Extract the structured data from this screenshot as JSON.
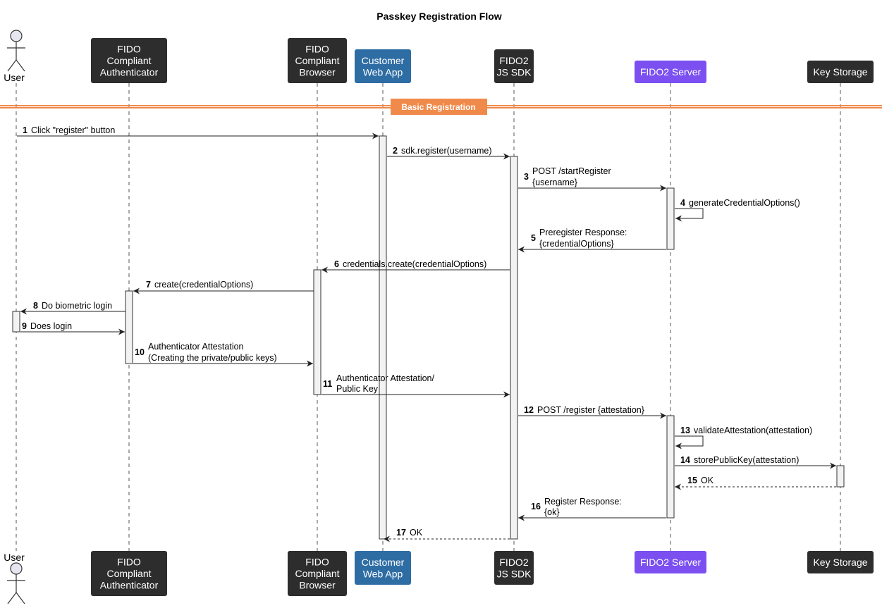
{
  "title": "Passkey Registration Flow",
  "colors": {
    "dark_box": "#2d2d2d",
    "web_app_box": "#2e6da4",
    "fido2_server_box": "#7b4ff0",
    "section": "#f08a4b",
    "line": "#222222"
  },
  "participants": [
    {
      "id": "user",
      "kind": "actor",
      "label_lines": [
        "User"
      ]
    },
    {
      "id": "authenticator",
      "kind": "box",
      "color": "dark",
      "label_lines": [
        "FIDO",
        "Compliant",
        "Authenticator"
      ]
    },
    {
      "id": "browser",
      "kind": "box",
      "color": "dark",
      "label_lines": [
        "FIDO",
        "Compliant",
        "Browser"
      ]
    },
    {
      "id": "webapp",
      "kind": "box",
      "color": "blue",
      "label_lines": [
        "Customer",
        "Web App"
      ]
    },
    {
      "id": "sdk",
      "kind": "box",
      "color": "dark",
      "label_lines": [
        "FIDO2",
        "JS SDK"
      ]
    },
    {
      "id": "server",
      "kind": "box",
      "color": "purple",
      "label_lines": [
        "FIDO2 Server"
      ]
    },
    {
      "id": "storage",
      "kind": "box",
      "color": "dark",
      "label_lines": [
        "Key Storage"
      ]
    }
  ],
  "section": {
    "label": "Basic Registration"
  },
  "messages": [
    {
      "num": "1",
      "from": "user",
      "to": "webapp",
      "lines": [
        "Click \"register\" button"
      ],
      "dashed": false
    },
    {
      "num": "2",
      "from": "webapp",
      "to": "sdk",
      "lines": [
        "sdk.register(username)"
      ],
      "dashed": false
    },
    {
      "num": "3",
      "from": "sdk",
      "to": "server",
      "lines": [
        "POST /startRegister",
        "{username}"
      ],
      "dashed": false
    },
    {
      "num": "4",
      "from": "server",
      "to": "server",
      "lines": [
        "generateCredentialOptions()"
      ],
      "dashed": false
    },
    {
      "num": "5",
      "from": "server",
      "to": "sdk",
      "lines": [
        "Preregister Response:",
        "{credentialOptions}"
      ],
      "dashed": false
    },
    {
      "num": "6",
      "from": "sdk",
      "to": "browser",
      "lines": [
        "credentials.create(credentialOptions)"
      ],
      "dashed": false
    },
    {
      "num": "7",
      "from": "browser",
      "to": "authenticator",
      "lines": [
        "create(credentialOptions)"
      ],
      "dashed": false
    },
    {
      "num": "8",
      "from": "authenticator",
      "to": "user",
      "lines": [
        "Do biometric login"
      ],
      "dashed": false
    },
    {
      "num": "9",
      "from": "user",
      "to": "authenticator",
      "lines": [
        "Does login"
      ],
      "dashed": false
    },
    {
      "num": "10",
      "from": "authenticator",
      "to": "browser",
      "lines": [
        "Authenticator Attestation",
        "(Creating the private/public keys)"
      ],
      "dashed": false
    },
    {
      "num": "11",
      "from": "browser",
      "to": "sdk",
      "lines": [
        "Authenticator Attestation/",
        "Public Key"
      ],
      "dashed": false
    },
    {
      "num": "12",
      "from": "sdk",
      "to": "server",
      "lines": [
        "POST /register {attestation}"
      ],
      "dashed": false
    },
    {
      "num": "13",
      "from": "server",
      "to": "server",
      "lines": [
        "validateAttestation(attestation)"
      ],
      "dashed": false
    },
    {
      "num": "14",
      "from": "server",
      "to": "storage",
      "lines": [
        "storePublicKey(attestation)"
      ],
      "dashed": false
    },
    {
      "num": "15",
      "from": "storage",
      "to": "server",
      "lines": [
        "OK"
      ],
      "dashed": true
    },
    {
      "num": "16",
      "from": "server",
      "to": "sdk",
      "lines": [
        "Register Response:",
        "{ok}"
      ],
      "dashed": false
    },
    {
      "num": "17",
      "from": "sdk",
      "to": "webapp",
      "lines": [
        "OK"
      ],
      "dashed": true
    }
  ]
}
